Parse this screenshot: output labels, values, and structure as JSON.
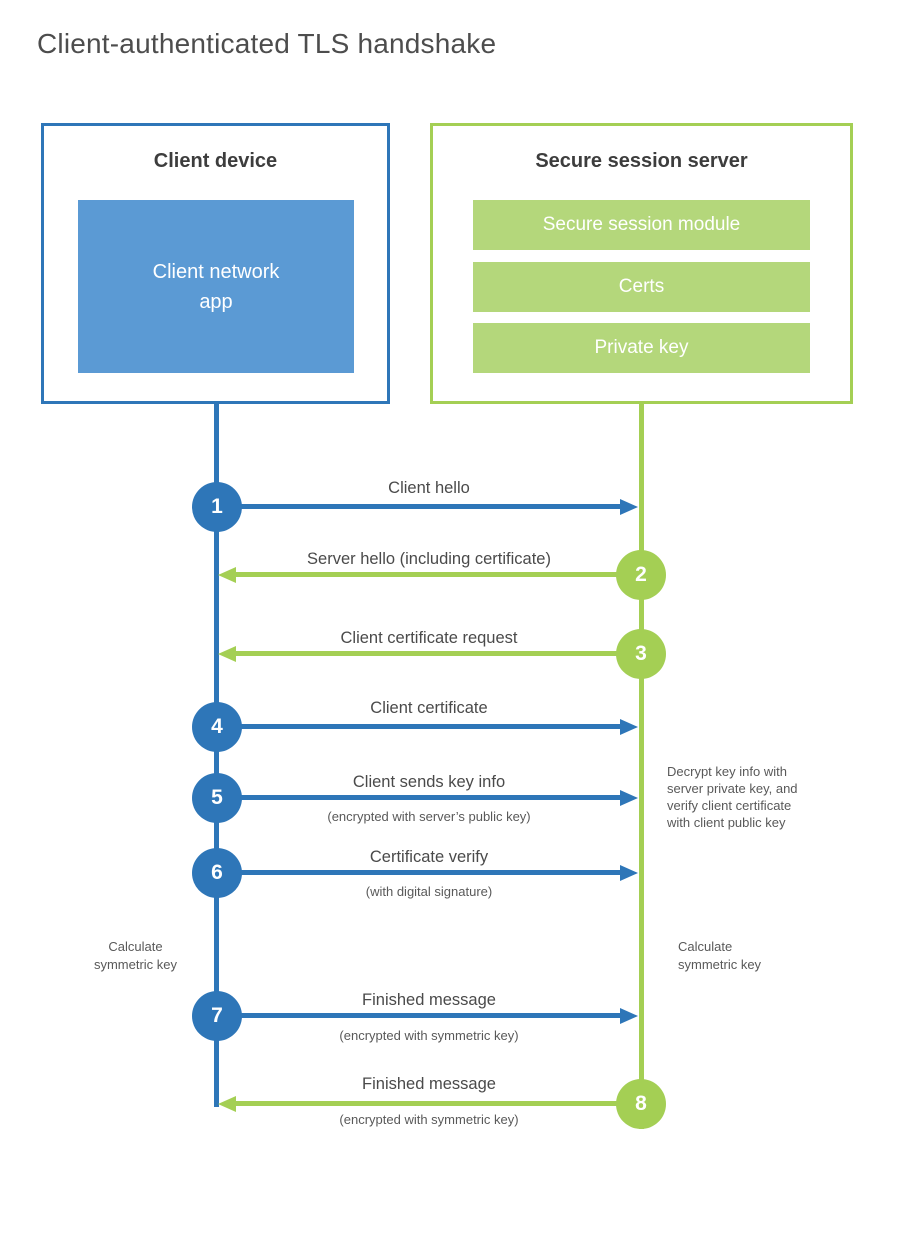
{
  "page": {
    "title": "Client-authenticated TLS handshake"
  },
  "colors": {
    "blue_accent": "#2e76b8",
    "blue_fill": "#5b9ad4",
    "green_accent": "#a4cf54",
    "green_fill": "#b4d77b"
  },
  "client_box": {
    "title": "Client device",
    "module": "Client network\napp"
  },
  "server_box": {
    "title": "Secure session server",
    "modules": [
      "Secure session module",
      "Certs",
      "Private key"
    ]
  },
  "messages": [
    {
      "number": "1",
      "from": "client",
      "direction": "right",
      "label": "Client hello"
    },
    {
      "number": "2",
      "from": "server",
      "direction": "left",
      "label": "Server hello (including certificate)"
    },
    {
      "number": "3",
      "from": "server",
      "direction": "left",
      "label": "Client certificate request"
    },
    {
      "number": "4",
      "from": "client",
      "direction": "right",
      "label": "Client certificate"
    },
    {
      "number": "5",
      "from": "client",
      "direction": "right",
      "label": "Client sends key info",
      "sublabel": "(encrypted with server’s public key)"
    },
    {
      "number": "6",
      "from": "client",
      "direction": "right",
      "label": "Certificate verify",
      "sublabel": "(with digital signature)"
    },
    {
      "number": "7",
      "from": "client",
      "direction": "right",
      "label": "Finished message",
      "sublabel": "(encrypted with symmetric key)"
    },
    {
      "number": "8",
      "from": "server",
      "direction": "left",
      "label": "Finished message",
      "sublabel": "(encrypted with symmetric key)"
    }
  ],
  "annotations": {
    "decrypt_note": "Decrypt key info with\nserver private key, and\nverify client certificate\nwith client public key",
    "calc_left": "Calculate\nsymmetric key",
    "calc_right": "Calculate\nsymmetric key"
  }
}
